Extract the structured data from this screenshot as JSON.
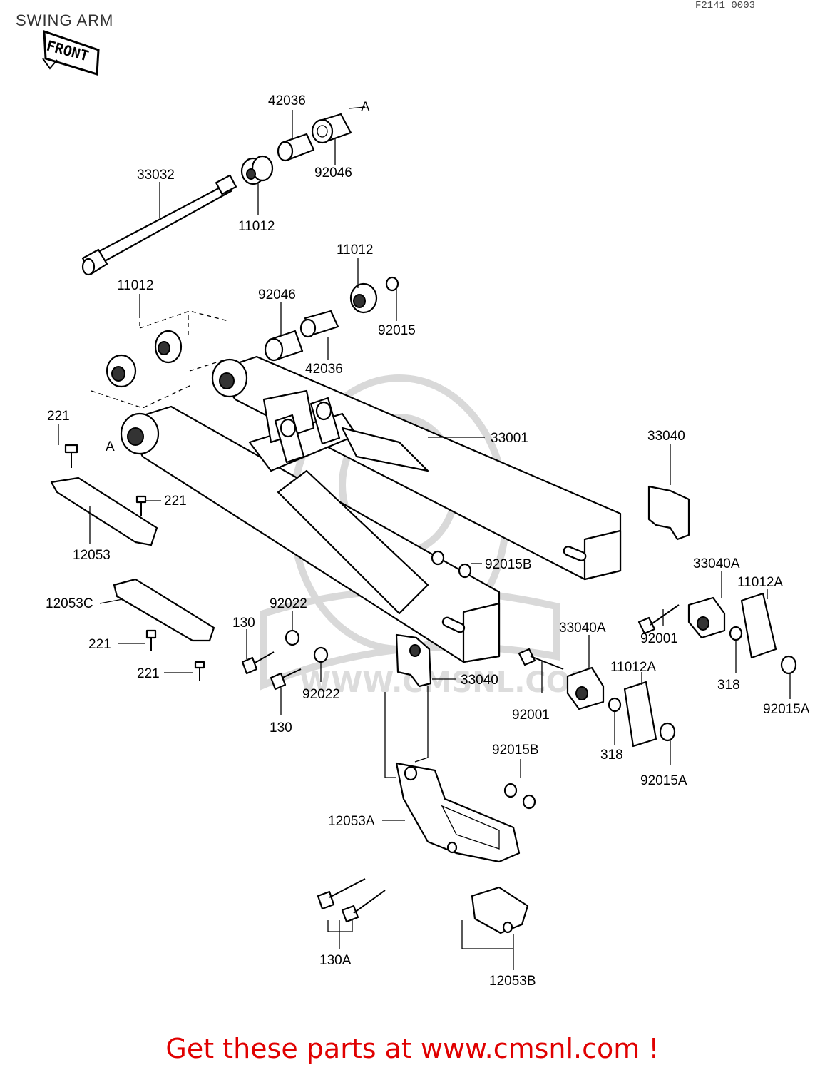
{
  "title": "SWING ARM",
  "diagram_code": "F2141 0003",
  "front_label": "FRONT",
  "footer": "Get these parts at www.cmsnl.com !",
  "watermark": "WWW.CMSNL.COM",
  "labels": {
    "p42036_top": "42036",
    "ref_a_top": "A",
    "p92046_top": "92046",
    "p33032": "33032",
    "p11012_top": "11012",
    "p11012_mid": "11012",
    "p11012_left": "11012",
    "p92046_mid": "92046",
    "p92015": "92015",
    "p42036_mid": "42036",
    "p221_a": "221",
    "ref_a_left": "A",
    "p33001": "33001",
    "p33040_right": "33040",
    "p221_b": "221",
    "p12053": "12053",
    "p92015b_a": "92015B",
    "p33040a_right": "33040A",
    "p11012a_right": "11012A",
    "p12053c": "12053C",
    "p92022_a": "92022",
    "p130_a": "130",
    "p92001_a": "92001",
    "p221_c": "221",
    "p33040a_mid": "33040A",
    "p221_d": "221",
    "p33040_mid": "33040",
    "p92022_b": "92022",
    "p318_a": "318",
    "p92015a_a": "92015A",
    "p130_b": "130",
    "p92001_b": "92001",
    "p11012a_mid": "11012A",
    "p318_b": "318",
    "p92015b_b": "92015B",
    "p92015a_b": "92015A",
    "p12053a": "12053A",
    "p130a": "130A",
    "p12053b": "12053B"
  }
}
